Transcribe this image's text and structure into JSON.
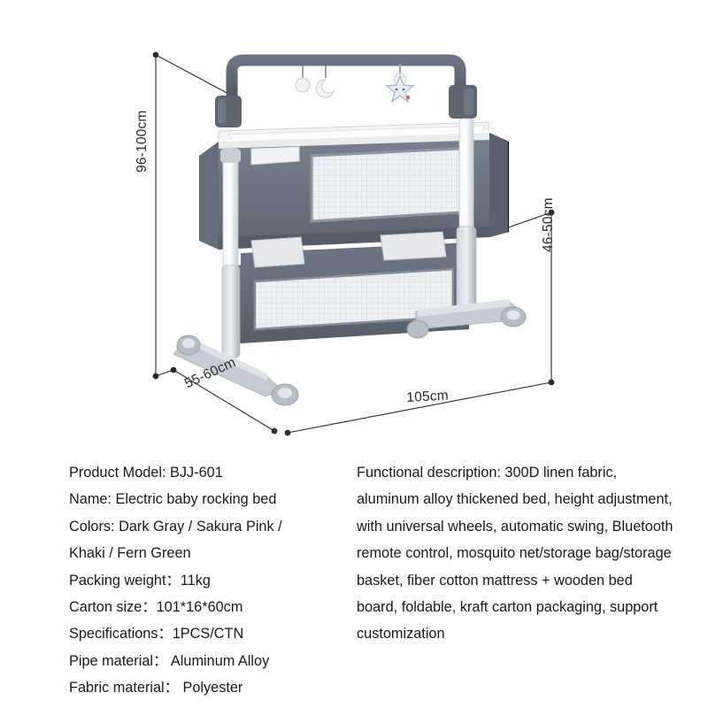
{
  "illustration": {
    "alt_name": "electric-baby-rocking-bed-with-dimension-callouts",
    "dimensions": {
      "height": "96-100cm",
      "side_height": "46-50cm",
      "depth": "55-60cm",
      "width": "105cm"
    },
    "colors": {
      "fabric_dark": "#5c6270",
      "fabric_mid": "#727a88",
      "frame_gray": "#b9bfc6",
      "frame_light": "#e8eaed",
      "mesh": "#e9ebee",
      "line": "#2b2b2b"
    }
  },
  "specs": {
    "left": [
      "Product Model: BJJ-601",
      "Name: Electric baby rocking bed",
      "Colors: Dark Gray / Sakura Pink /",
      "Khaki / Fern Green",
      "Packing weight：11kg",
      "Carton size：101*16*60cm",
      "Specifications：1PCS/CTN",
      "Pipe material： Aluminum Alloy",
      "Fabric material： Polyester"
    ],
    "right_paragraph": "Functional description: 300D linen fabric, aluminum alloy thickened bed, height adjustment, with universal wheels, automatic swing, Bluetooth remote control, mosquito net/storage bag/storage basket, fiber cotton mattress + wooden bed board, foldable, kraft carton packaging, support customization"
  }
}
